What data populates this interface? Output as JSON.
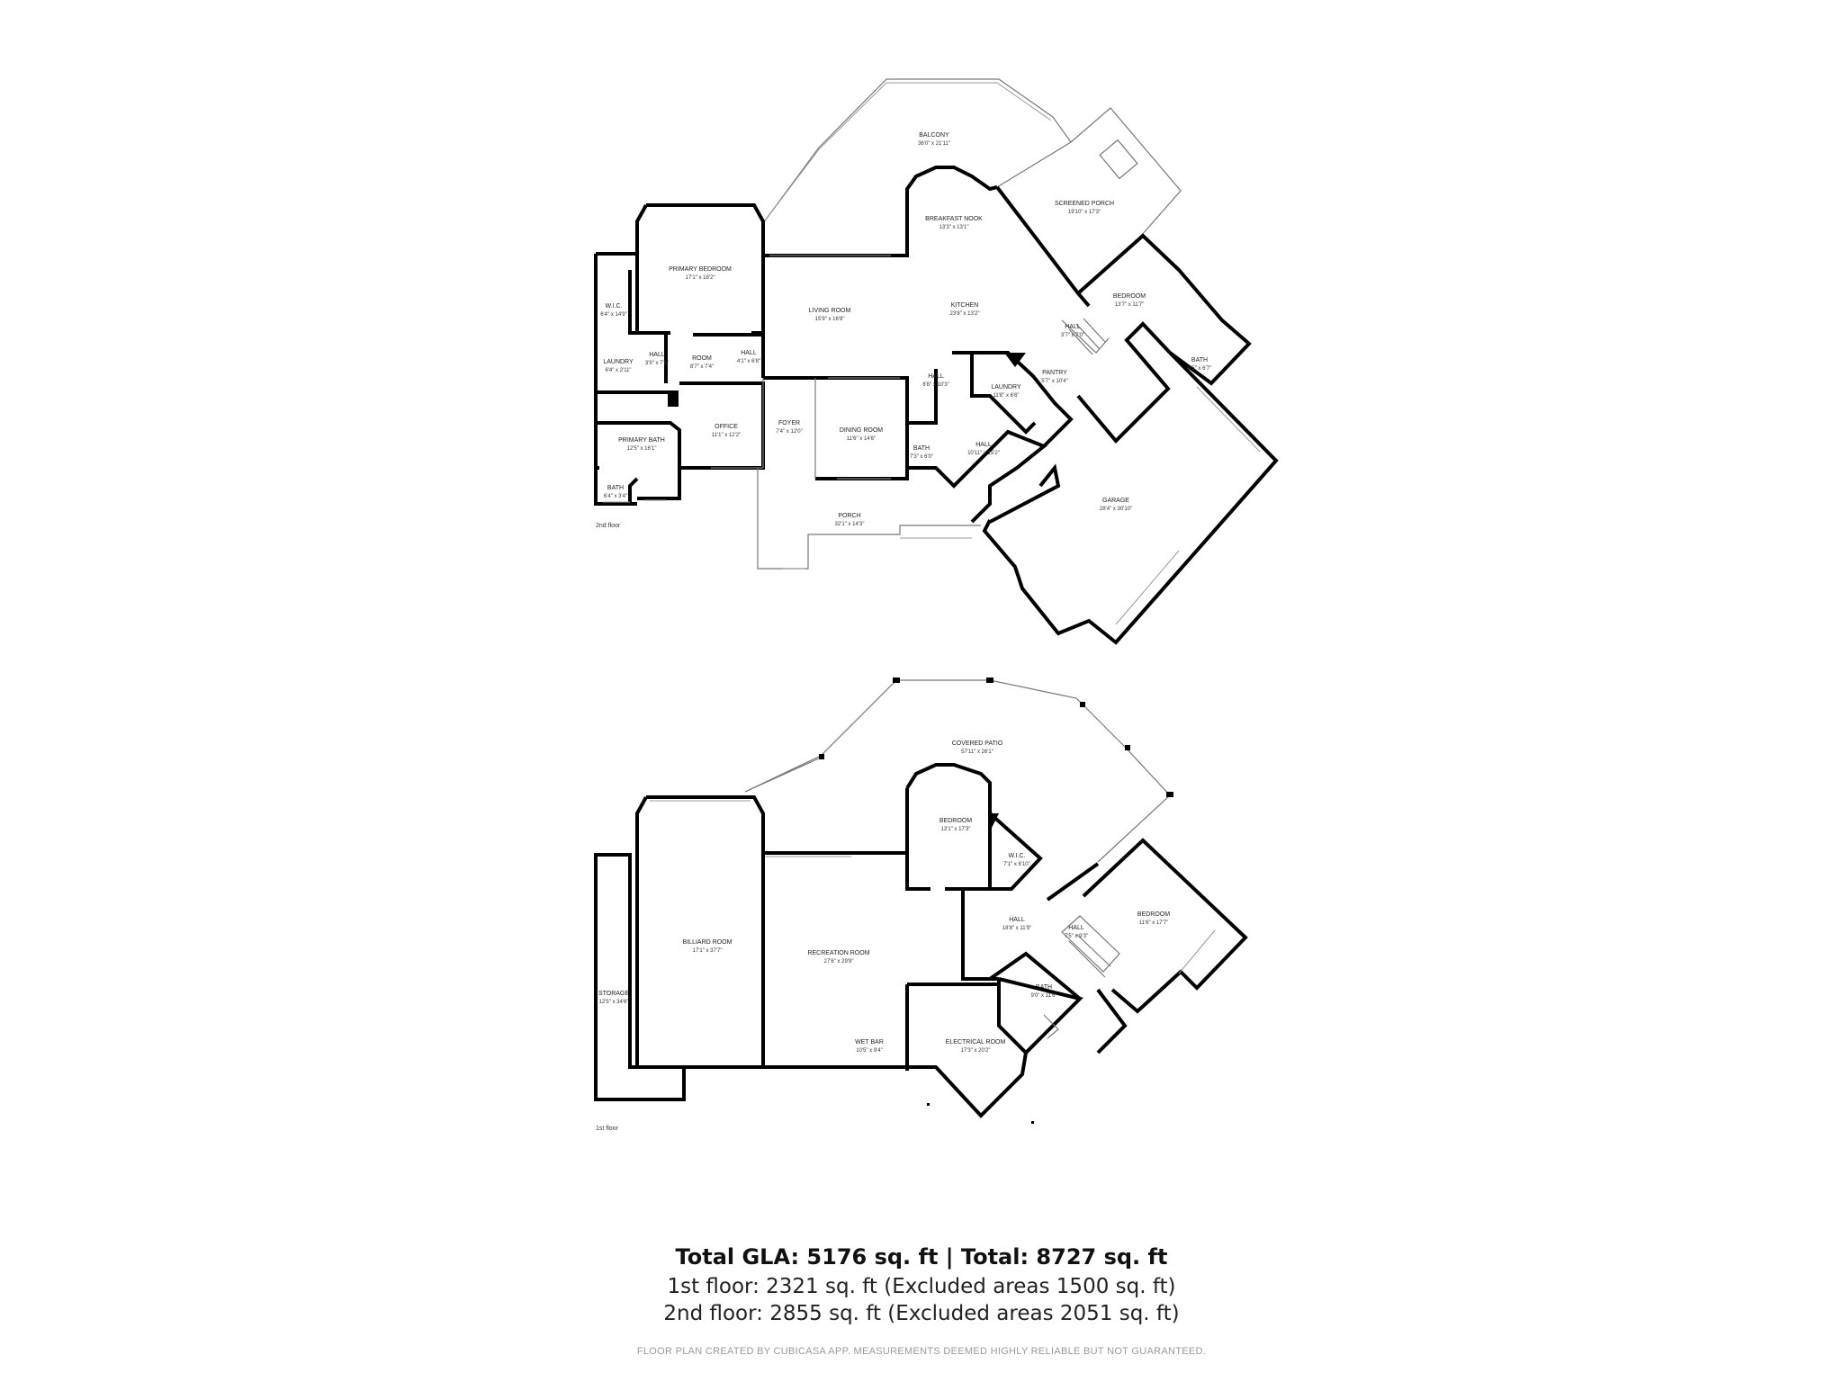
{
  "floors": {
    "second": {
      "caption": "2nd floor",
      "rooms": {
        "balcony": {
          "name": "BALCONY",
          "dim": "36'0\" x 21'11\""
        },
        "screened_porch": {
          "name": "SCREENED PORCH",
          "dim": "19'10\" x 17'3\""
        },
        "breakfast_nook": {
          "name": "BREAKFAST NOOK",
          "dim": "13'3\" x 13'1\""
        },
        "primary_bedroom": {
          "name": "PRIMARY BEDROOM",
          "dim": "17'1\" x 18'2\""
        },
        "wic": {
          "name": "W.I.C.",
          "dim": "6'4\" x 14'9\""
        },
        "living_room": {
          "name": "LIVING ROOM",
          "dim": "15'9\" x 16'8\""
        },
        "kitchen": {
          "name": "KITCHEN",
          "dim": "23'8\" x 13'2\""
        },
        "bedroom": {
          "name": "BEDROOM",
          "dim": "13'7\" x 11'7\""
        },
        "hall_stair": {
          "name": "HALL",
          "dim": "3'7\" x 7'0\""
        },
        "laundry": {
          "name": "LAUNDRY",
          "dim": "6'4\" x 2'11\""
        },
        "hall_small": {
          "name": "HALL",
          "dim": "3'9\" x 7'5\""
        },
        "room": {
          "name": "ROOM",
          "dim": "8'7\" x 7'4\""
        },
        "hall_mid": {
          "name": "HALL",
          "dim": "4'1\" x 6'8\""
        },
        "bath_right": {
          "name": "BATH",
          "dim": "9'5\" x 6'7\""
        },
        "pantry": {
          "name": "PANTRY",
          "dim": "5'7\" x 10'4\""
        },
        "hall_kitchen": {
          "name": "HALL",
          "dim": "8'8\" x 10'3\""
        },
        "laundry_2": {
          "name": "LAUNDRY",
          "dim": "11'8\" x 6'6\""
        },
        "office": {
          "name": "OFFICE",
          "dim": "11'1\" x 12'2\""
        },
        "foyer": {
          "name": "FOYER",
          "dim": "7'4\" x 12'0\""
        },
        "dining_room": {
          "name": "DINING ROOM",
          "dim": "11'6\" x 14'6\""
        },
        "primary_bath": {
          "name": "PRIMARY BATH",
          "dim": "12'5\" x 16'1\""
        },
        "bath_mid": {
          "name": "BATH",
          "dim": "7'3\" x 6'0\""
        },
        "hall_garage": {
          "name": "HALL",
          "dim": "10'11\" x 15'2\""
        },
        "bath_left": {
          "name": "BATH",
          "dim": "6'4\" x 3'4\""
        },
        "garage": {
          "name": "GARAGE",
          "dim": "28'4\" x 30'10\""
        },
        "porch": {
          "name": "PORCH",
          "dim": "32'1\" x 14'3\""
        }
      }
    },
    "first": {
      "caption": "1st floor",
      "rooms": {
        "covered_patio": {
          "name": "COVERED PATIO",
          "dim": "57'11\" x 26'1\""
        },
        "bedroom_top": {
          "name": "BEDROOM",
          "dim": "13'1\" x 17'3\""
        },
        "wic": {
          "name": "W.I.C.",
          "dim": "7'1\" x 6'10\""
        },
        "billiard_room": {
          "name": "BILLIARD ROOM",
          "dim": "17'1\" x 37'7\""
        },
        "recreation_room": {
          "name": "RECREATION ROOM",
          "dim": "27'6\" x 29'9\""
        },
        "hall_a": {
          "name": "HALL",
          "dim": "18'8\" x 11'9\""
        },
        "hall_b": {
          "name": "HALL",
          "dim": "7'5\" x 9'3\""
        },
        "bedroom_right": {
          "name": "BEDROOM",
          "dim": "11'6\" x 17'7\""
        },
        "storage": {
          "name": "STORAGE",
          "dim": "12'5\" x 34'6\""
        },
        "bath": {
          "name": "BATH",
          "dim": "9'0\" x 11'6\""
        },
        "wet_bar": {
          "name": "WET BAR",
          "dim": "10'5\" x 9'4\""
        },
        "electrical_room": {
          "name": "ELECTRICAL ROOM",
          "dim": "17'3\" x 20'2\""
        }
      }
    }
  },
  "summary": {
    "total": "Total GLA: 5176 sq. ft | Total: 8727 sq. ft",
    "floor1": "1st floor: 2321 sq. ft (Excluded areas 1500 sq. ft)",
    "floor2": "2nd floor: 2855 sq. ft (Excluded areas 2051 sq. ft)",
    "disclaimer": "FLOOR PLAN CREATED BY CUBICASA APP. MEASUREMENTS DEEMED HIGHLY RELIABLE BUT NOT GUARANTEED."
  }
}
